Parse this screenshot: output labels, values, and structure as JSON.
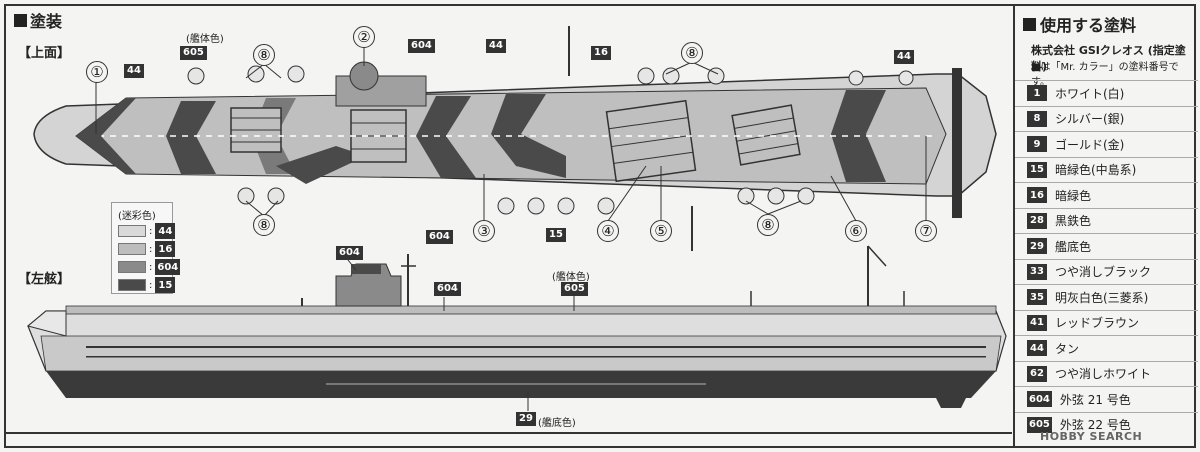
{
  "section": {
    "painting_title": "塗装"
  },
  "views": {
    "top": "【上面】",
    "left": "【左舷】"
  },
  "top_view": {
    "hull_color_note": "(艦体色)",
    "badges": [
      {
        "id": "b605",
        "code": "605"
      },
      {
        "id": "b604a",
        "code": "604"
      },
      {
        "id": "b44a",
        "code": "44"
      },
      {
        "id": "b44b",
        "code": "44"
      },
      {
        "id": "b16",
        "code": "16"
      },
      {
        "id": "b44c",
        "code": "44"
      },
      {
        "id": "b604b",
        "code": "604"
      },
      {
        "id": "b15",
        "code": "15"
      }
    ],
    "callouts": [
      "①",
      "②",
      "③",
      "④",
      "⑤",
      "⑥",
      "⑦",
      "⑧",
      "⑧",
      "⑧",
      "⑧"
    ]
  },
  "camo_legend": {
    "title": "(迷彩色)",
    "rows": [
      {
        "code": "44",
        "color": "#d9d9d9"
      },
      {
        "code": "16",
        "color": "#bdbdbd"
      },
      {
        "code": "604",
        "color": "#8a8a8a"
      },
      {
        "code": "15",
        "color": "#4a4a4a"
      }
    ]
  },
  "side_view": {
    "hull_color_note": "(艦体色)",
    "bottom_color_note": "(艦底色)",
    "badges": [
      {
        "id": "s604a",
        "code": "604"
      },
      {
        "id": "s604b",
        "code": "604"
      },
      {
        "id": "s605",
        "code": "605"
      },
      {
        "id": "s29",
        "code": "29"
      }
    ]
  },
  "paints": {
    "title": "使用する塗料",
    "maker": "株式会社 GSIクレオス (指定塗料)",
    "note": "■は「Mr. カラー」の塗料番号です。",
    "items": [
      {
        "code": "1",
        "name": "ホワイト(白)"
      },
      {
        "code": "8",
        "name": "シルバー(銀)"
      },
      {
        "code": "9",
        "name": "ゴールド(金)"
      },
      {
        "code": "15",
        "name": "暗緑色(中島系)"
      },
      {
        "code": "16",
        "name": "暗緑色"
      },
      {
        "code": "28",
        "name": "黒鉄色"
      },
      {
        "code": "29",
        "name": "艦底色"
      },
      {
        "code": "33",
        "name": "つや消しブラック"
      },
      {
        "code": "35",
        "name": "明灰白色(三菱系)"
      },
      {
        "code": "41",
        "name": "レッドブラウン"
      },
      {
        "code": "44",
        "name": "タン"
      },
      {
        "code": "62",
        "name": "つや消しホワイト"
      },
      {
        "code": "604",
        "name": "外弦 21 号色"
      },
      {
        "code": "605",
        "name": "外弦 22 号色"
      }
    ]
  },
  "watermark": "HOBBY SEARCH"
}
